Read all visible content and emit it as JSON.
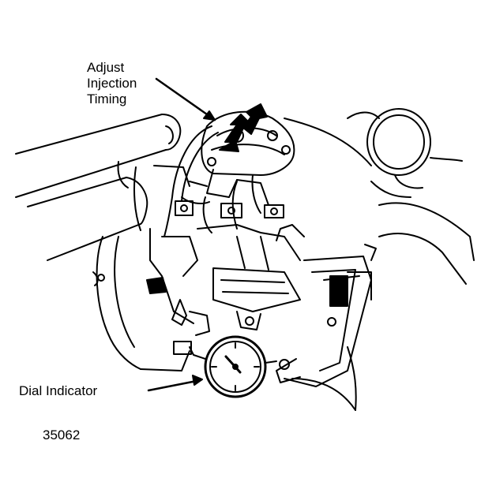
{
  "callouts": {
    "injection_timing": [
      "Adjust",
      "Injection",
      "Timing"
    ],
    "dial_indicator": "Dial Indicator"
  },
  "figure_number": "35062",
  "colors": {
    "ink": "#000000",
    "paper": "#ffffff"
  }
}
